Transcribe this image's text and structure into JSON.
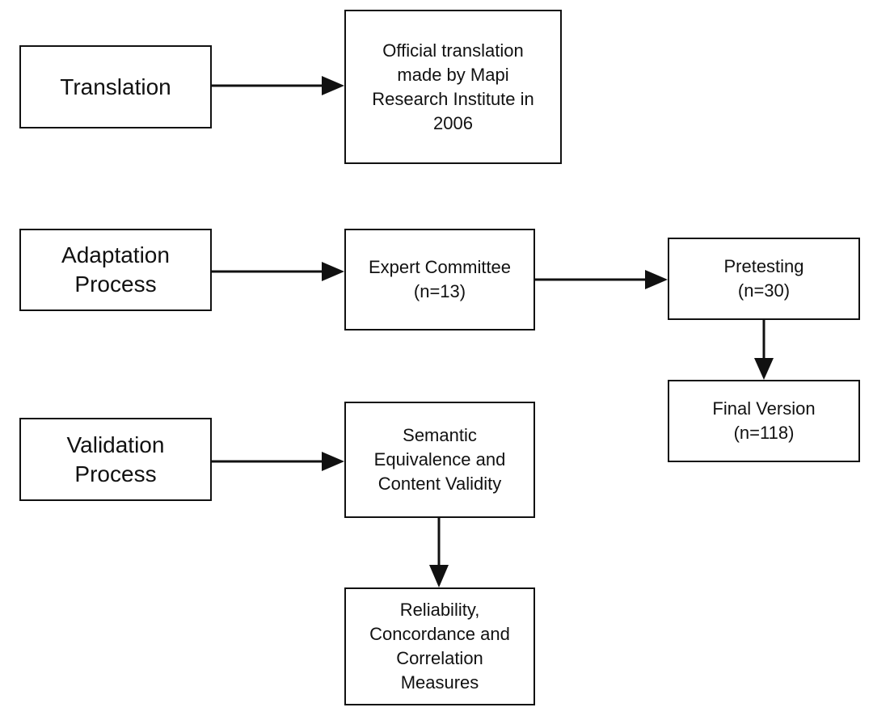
{
  "diagram": {
    "translation_label": [
      "Translation"
    ],
    "official_translation": [
      "Official translation",
      "made by Mapi",
      "Research Institute in",
      "2006"
    ],
    "adaptation_label": [
      "Adaptation",
      "Process"
    ],
    "expert_committee": [
      "Expert Committee",
      "(n=13)"
    ],
    "pretesting": [
      "Pretesting",
      "(n=30)"
    ],
    "final_version": [
      "Final Version",
      "(n=118)"
    ],
    "validation_label": [
      "Validation",
      "Process"
    ],
    "semantic_equivalence": [
      "Semantic",
      "Equivalence and",
      "Content Validity"
    ],
    "reliability": [
      "Reliability,",
      "Concordance and",
      "Correlation",
      "Measures"
    ]
  }
}
